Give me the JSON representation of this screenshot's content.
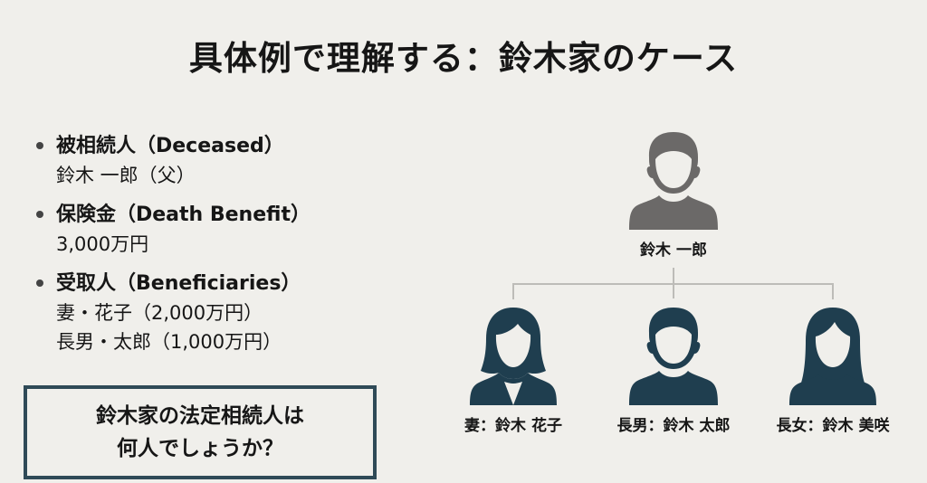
{
  "title": "具体例で理解する：鈴木家のケース",
  "facts": [
    {
      "heading": "被相続人（Deceased）",
      "lines": [
        "鈴木 一郎（父）"
      ]
    },
    {
      "heading": "保険金（Death Benefit）",
      "lines": [
        "3,000万円"
      ]
    },
    {
      "heading": "受取人（Beneficiaries）",
      "lines": [
        "妻・花子（2,000万円）",
        "長男・太郎（1,000万円）"
      ]
    }
  ],
  "question": {
    "line1": "鈴木家の法定相続人は",
    "line2": "何人でしょうか？"
  },
  "family": {
    "root": {
      "label": "鈴木 一郎",
      "icon": "male-person-icon"
    },
    "children": [
      {
        "label": "妻：鈴木 花子",
        "icon": "female-person-icon"
      },
      {
        "label": "長男：鈴木 太郎",
        "icon": "male-person-icon"
      },
      {
        "label": "長女：鈴木 美咲",
        "icon": "female-person-icon"
      }
    ]
  },
  "colors": {
    "root_icon": "#6b6968",
    "child_icon": "#1f3e4f",
    "box_border": "#2f4a57",
    "background": "#f0efeb"
  }
}
